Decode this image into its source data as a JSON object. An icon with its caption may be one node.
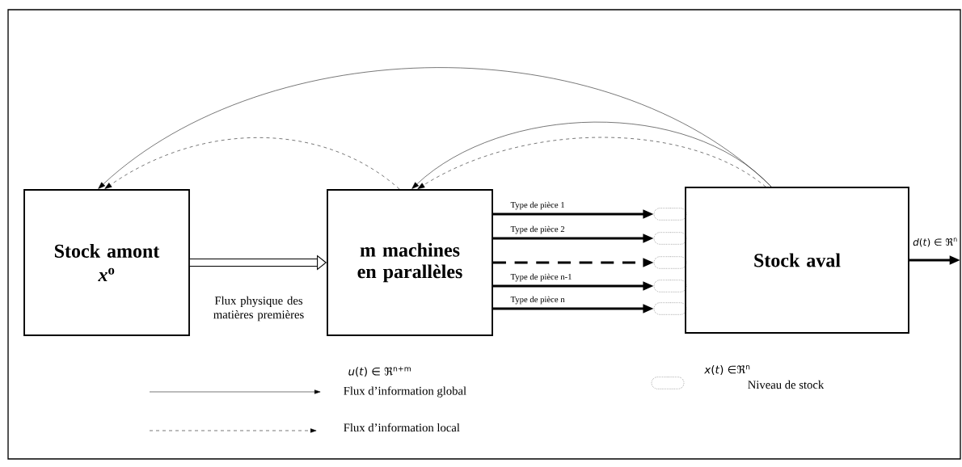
{
  "diagram": {
    "nodes": [
      {
        "text": [
          "Stock amont",
          "*x*$^{o}$"
        ]
      },
      {
        "text": [
          "m machines en parallèles"
        ],
        "beside": [
          "*u*(*t*) ∈ ℜ$^{n+m}$"
        ]
      },
      {
        "text": [
          "Stock aval"
        ],
        "beside": [
          "*x*(*t*) ∈ℜ$^{n}$"
        ]
      },
      {
        "text": [],
        "shape": "oval"
      },
      {
        "text": [],
        "shape": "oval"
      },
      {
        "text": [],
        "shape": "oval"
      },
      {
        "text": [],
        "shape": "oval"
      },
      {
        "text": [],
        "shape": "oval"
      }
    ],
    "edges": [
      {
        "from": 0,
        "to": 1,
        "arrow": "to",
        "label": "Flux physique des matières premières",
        "style": "thick"
      },
      {
        "from": 1,
        "to": 3,
        "arrow": "to",
        "label": "Type de pièce 1"
      },
      {
        "from": 1,
        "to": 4,
        "arrow": "to",
        "label": "Type de pièce 2"
      },
      {
        "from": 1,
        "to": 5,
        "arrow": "to",
        "style": "dashed"
      },
      {
        "from": 1,
        "to": 6,
        "arrow": "to",
        "label": "Type de pièce n-1"
      },
      {
        "from": 1,
        "to": 7,
        "arrow": "to",
        "label": "Type de pièce n"
      },
      {
        "from": 2,
        "to": null,
        "arrow": "to",
        "label": "*d*(*t*) ∈ ℜ$^{n}$"
      },
      {
        "from": 2,
        "to": 0,
        "arrow": "to"
      },
      {
        "from": 1,
        "to": 0,
        "arrow": "to",
        "style": "dashed"
      },
      {
        "from": 2,
        "to": 1,
        "arrow": "to"
      },
      {
        "from": 2,
        "to": 1,
        "arrow": "to",
        "style": "dashed"
      }
    ],
    "legend": [
      {
        "text": "Flux d’information global"
      },
      {
        "text": "Flux d’information local"
      },
      {
        "text": "Niveau de stock"
      }
    ]
  }
}
